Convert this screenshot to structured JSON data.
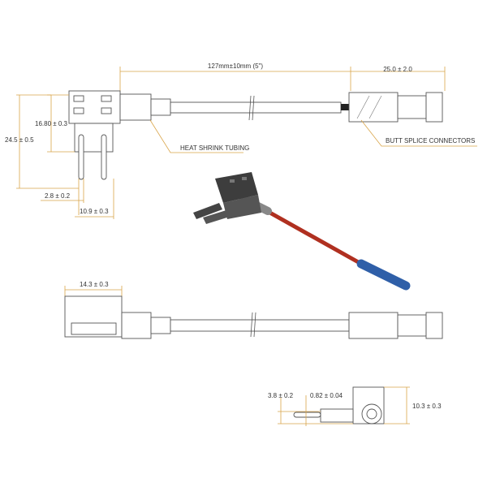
{
  "dimensions": {
    "cable_length": "127mm±10mm (5\")",
    "connector_length": "25.0 ± 2.0",
    "body_height": "16.80 ± 0.3",
    "total_height": "24.5 ± 0.5",
    "blade_width": "2.8 ± 0.2",
    "blade_span": "10.9 ± 0.3",
    "body_width": "14.3 ± 0.3",
    "side_thickness": "3.8 ± 0.2",
    "blade_thickness": "0.82 ± 0.04",
    "side_height": "10.3 ± 0.3"
  },
  "callouts": {
    "heat_shrink": "HEAT SHRINK TUBING",
    "butt_splice": "BUTT SPLICE CONNECTORS"
  },
  "colors": {
    "dimension": "#d9a54a",
    "wire": "#c0392b",
    "connector": "#2f5fa8",
    "holder": "#4a4a4a"
  }
}
